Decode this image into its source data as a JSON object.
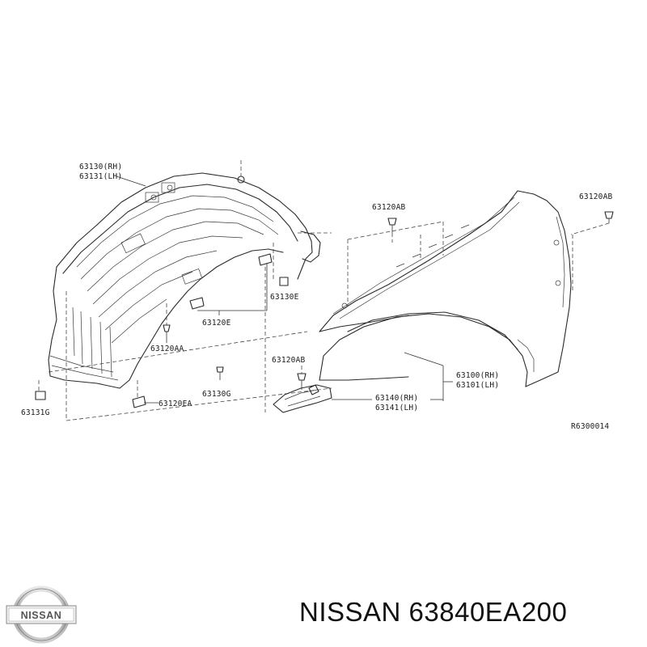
{
  "diagram": {
    "labels": {
      "l63130": "63130(RH)",
      "l63131": "63131(LH)",
      "l63120ab_1": "63120AB",
      "l63120ab_2": "63120AB",
      "l63120ab_3": "63120AB",
      "l63130e": "63130E",
      "l63120e": "63120E",
      "l63120aa": "63120AA",
      "l63130g": "63130G",
      "l63131g": "63131G",
      "l63120ea": "63120EA",
      "l63100": "63100(RH)",
      "l63101": "63101(LH)",
      "l63140": "63140(RH)",
      "l63141": "63141(LH)",
      "ref": "R6300014"
    }
  },
  "footer": {
    "brand_logo_text": "NISSAN",
    "part_title": "NISSAN 63840EA200"
  }
}
